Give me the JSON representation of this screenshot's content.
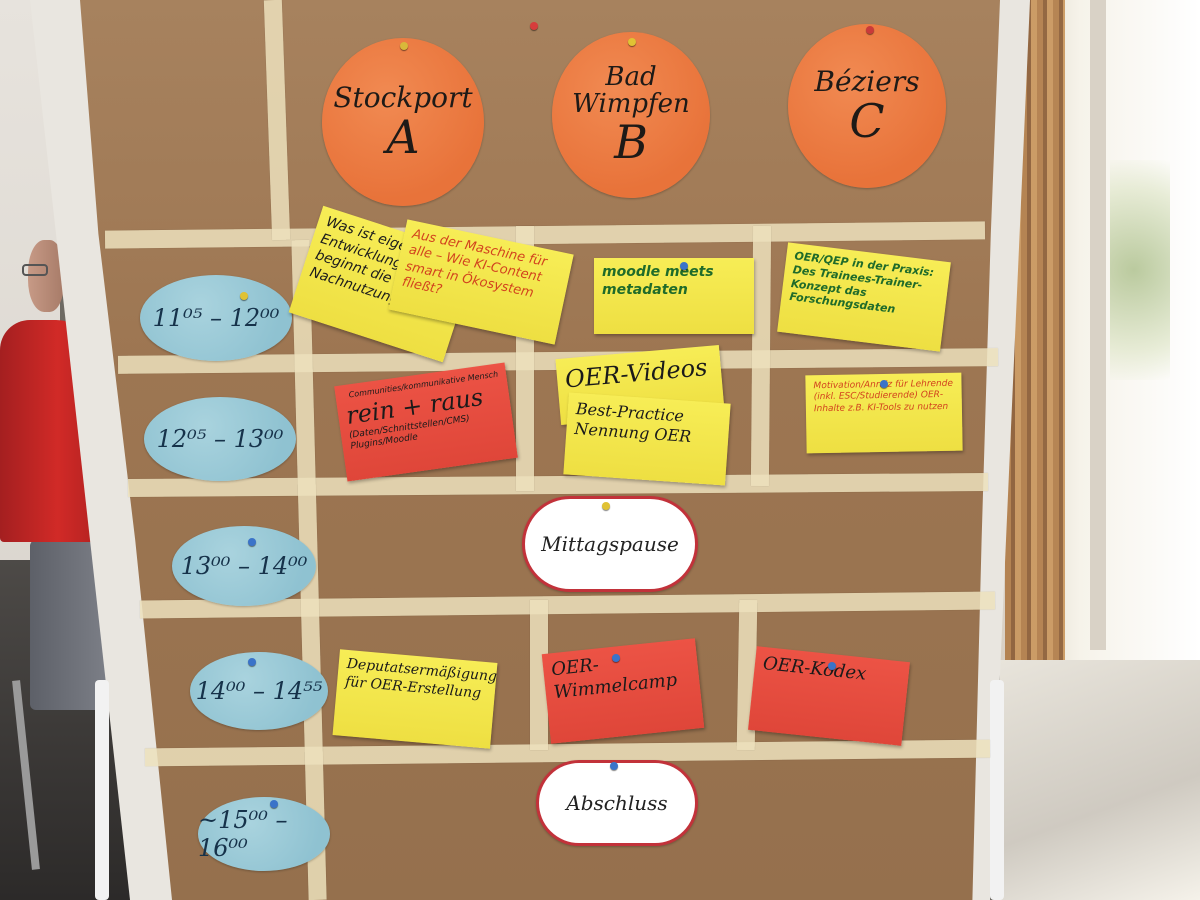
{
  "locations": [
    {
      "name": "Stockport",
      "letter": "A"
    },
    {
      "name": "Bad Wimpfen",
      "letter": "B"
    },
    {
      "name": "Béziers",
      "letter": "C"
    }
  ],
  "time_slots": [
    "11⁰⁵ – 12⁰⁰",
    "12⁰⁵ – 13⁰⁰",
    "13⁰⁰ – 14⁰⁰",
    "14⁰⁰ – 14⁵⁵",
    "~15⁰⁰ – 16⁰⁰"
  ],
  "notes": {
    "was_ist": "Was ist eigentlich Entwicklung? Wo beginnt die Nachnutzung",
    "aus_der_maschine": "Aus der Maschine für alle – Wie KI-Content smart in Ökosystem fließt?",
    "moodle": "moodle meets metadaten",
    "oer_qep": "OER/QEP in der Praxis: Des Trainees-Trainer-Konzept das Forschungsdaten",
    "rein_raus_small": "Communities/kommunikative Mensch",
    "rein_raus": "rein + raus",
    "rein_raus_sub": "(Daten/Schnittstellen/CMS) Plugins/Moodle",
    "oer_videos": "OER-Videos",
    "best_practice": "Best-Practice Nennung OER",
    "motivation": "Motivation/Anreiz für Lehrende (inkl. ESC/Studierende) OER-Inhalte z.B. KI-Tools zu nutzen",
    "mittagspause": "Mittagspause",
    "deputat": "Deputatsermäßigung für OER-Erstellung",
    "wimmelcamp": "OER-Wimmelcamp",
    "kodex": "OER-Kodex",
    "abschluss": "Abschluss"
  },
  "colors": {
    "paper": "#9d7652",
    "circle_orange": "#e8733a",
    "oval_blue": "#8fc2d1",
    "note_yellow": "#f2e44a",
    "note_red": "#e34b3d",
    "cloud_border": "#c2323a",
    "tape": "#ece1bc"
  }
}
